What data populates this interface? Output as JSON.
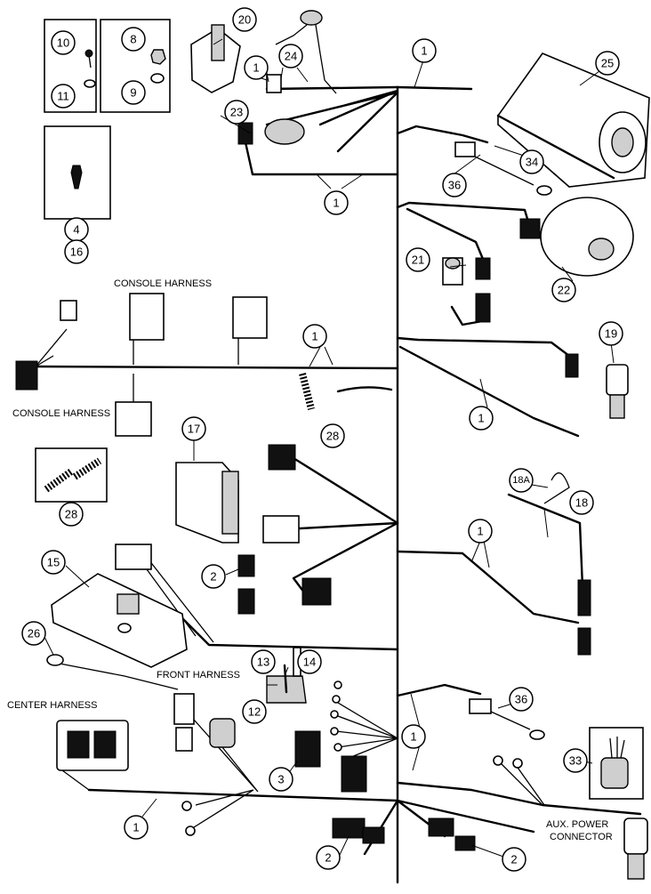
{
  "labels": {
    "console_harness_top": "CONSOLE HARNESS",
    "console_harness_left": "CONSOLE HARNESS",
    "front_harness": "FRONT HARNESS",
    "center_harness": "CENTER HARNESS",
    "aux_power_line1": "AUX. POWER",
    "aux_power_line2": "CONNECTOR"
  },
  "callouts": {
    "c1a": "1",
    "c1b": "1",
    "c1c": "1",
    "c1d": "1",
    "c1e": "1",
    "c1f": "1",
    "c1g": "1",
    "c1h": "1",
    "c2a": "2",
    "c2b": "2",
    "c2c": "2",
    "c3": "3",
    "c4": "4",
    "c8": "8",
    "c9": "9",
    "c10": "10",
    "c11": "11",
    "c12": "12",
    "c13": "13",
    "c14": "14",
    "c15": "15",
    "c16": "16",
    "c17": "17",
    "c18": "18",
    "c18a": "18A",
    "c19": "19",
    "c20": "20",
    "c21": "21",
    "c22": "22",
    "c23": "23",
    "c24": "24",
    "c25": "25",
    "c26": "26",
    "c28a": "28",
    "c28b": "28",
    "c33": "33",
    "c34": "34",
    "c36a": "36",
    "c36b": "36"
  }
}
